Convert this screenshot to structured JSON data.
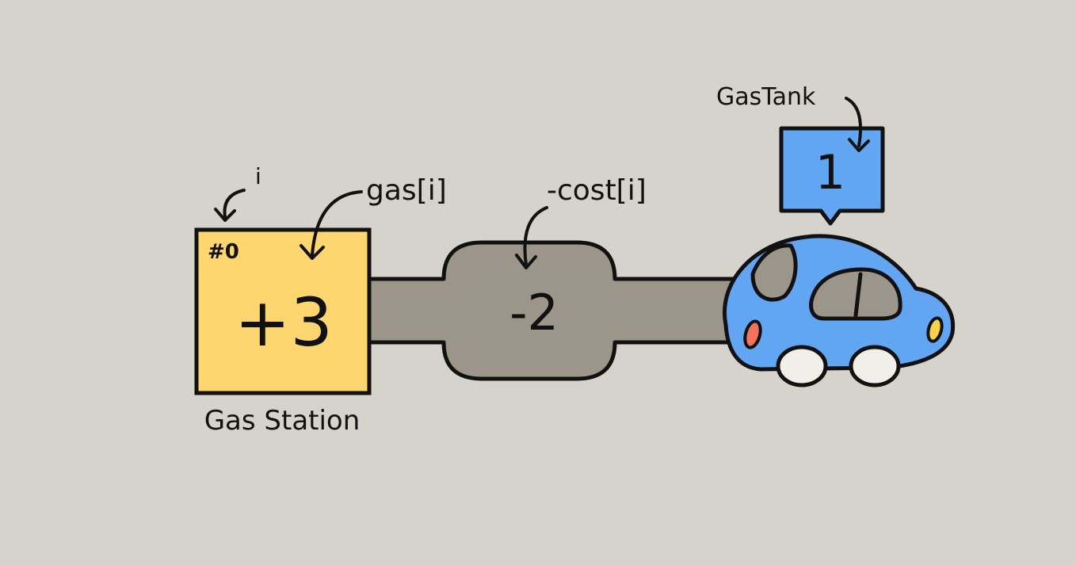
{
  "canvas": {
    "background": "#d6d3cc"
  },
  "station": {
    "index_label": "#0",
    "value": "+3",
    "caption": "Gas Station",
    "fill": "#fdd66f"
  },
  "road": {
    "cost_value": "-2",
    "fill": "#9c968a"
  },
  "annotations": {
    "index_pointer": "i",
    "gas_pointer": "gas[i]",
    "cost_pointer": "-cost[i]",
    "tank_pointer": "GasTank"
  },
  "tank": {
    "value": "1",
    "fill": "#62a5f3"
  },
  "car": {
    "body_color": "#62a5f3",
    "window_color": "#9c968a",
    "wheel_color": "#f2efe9",
    "rear_light_color": "#f0735e",
    "head_light_color": "#f9d24a"
  },
  "icons": [
    "curved-arrow-icon",
    "car-icon"
  ]
}
